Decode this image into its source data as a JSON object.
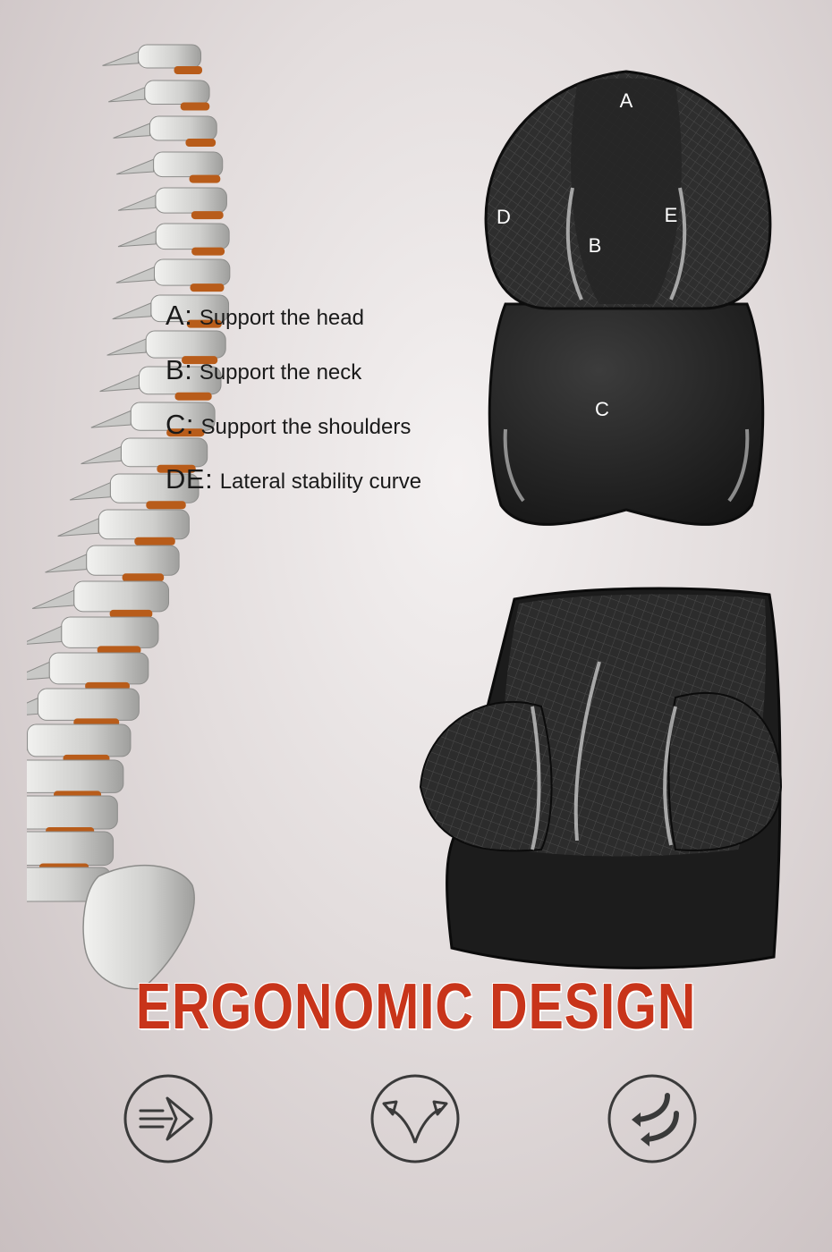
{
  "colors": {
    "headline": "#c8341a",
    "pillow": "#2b2b2b",
    "pillow_mesh": "#3a3a3a",
    "disc": "#b85c1a",
    "bone": "#d7d7d5",
    "icon_stroke": "#3a3a3a"
  },
  "pillow_labels": {
    "a": "A",
    "b": "B",
    "c": "C",
    "d": "D",
    "e": "E"
  },
  "features": [
    {
      "key": "A",
      "description": "Support the head"
    },
    {
      "key": "B",
      "description": "Support the neck"
    },
    {
      "key": "C",
      "description": "Support the shoulders"
    },
    {
      "key": "DE",
      "description": "Lateral stability curve"
    }
  ],
  "headline": "ERGONOMIC DESIGN",
  "icons": [
    "arrow-speed-icon",
    "expand-arrows-icon",
    "rotate-arrows-icon"
  ]
}
